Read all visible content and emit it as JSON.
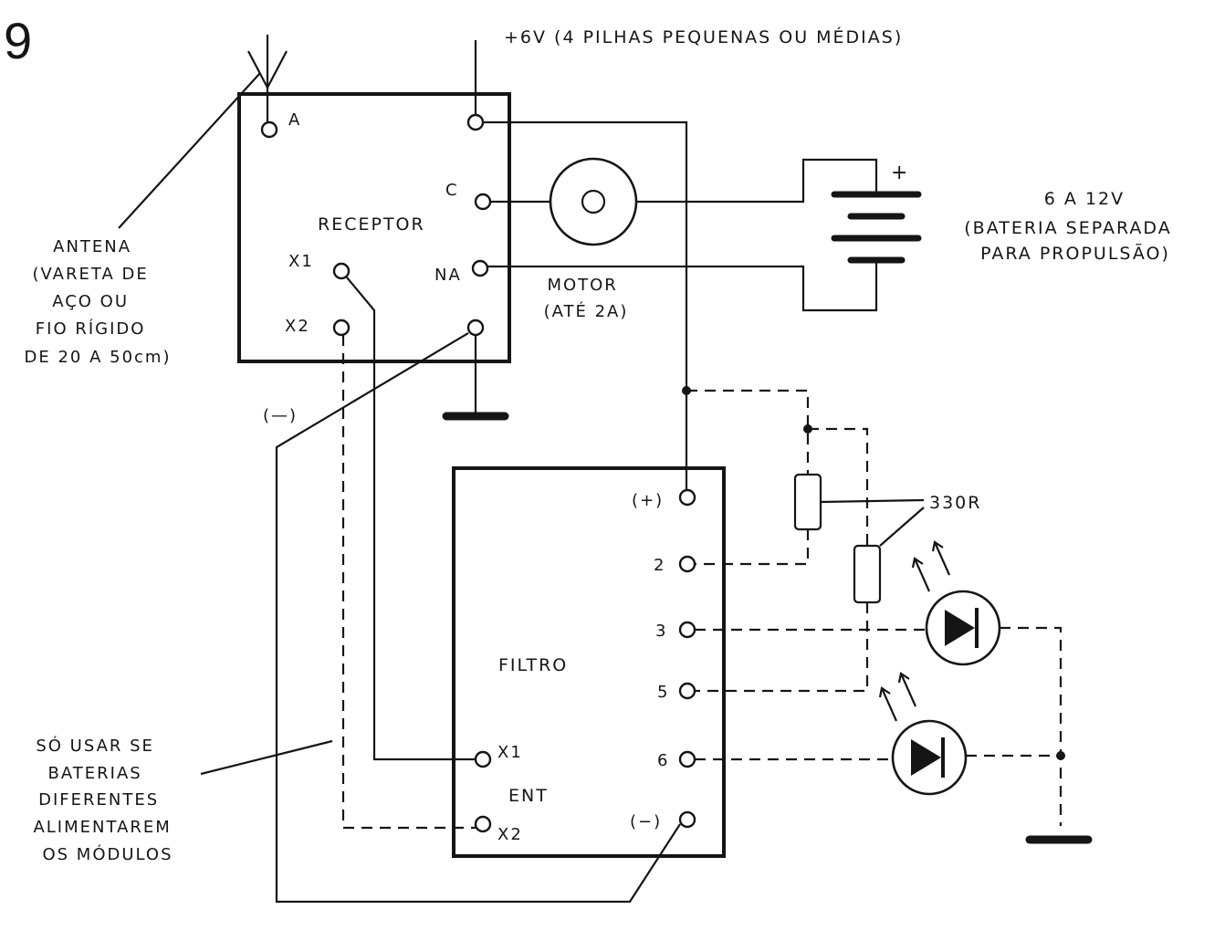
{
  "figure_number": "9",
  "supply_label": "+6V (4 PILHAS PEQUENAS OU MÉDIAS)",
  "antenna": {
    "lines": [
      "ANTENA",
      "(VARETA DE",
      "AÇO OU",
      "FIO RÍGIDO",
      "DE 20 A 50cm)"
    ]
  },
  "receiver": {
    "title": "RECEPTOR",
    "terminals": {
      "a": "A",
      "c": "C",
      "na": "NA",
      "x1": "X1",
      "x2": "X2"
    }
  },
  "motor": {
    "lines": [
      "MOTOR",
      "(ATÉ 2A)"
    ]
  },
  "battery": {
    "plus": "+",
    "lines": [
      "6 A 12V",
      "(BATERIA SEPARADA",
      "PARA PROPULSÃO)"
    ]
  },
  "negative_label": "(—)",
  "resistor_label": "330R",
  "filter": {
    "title": "FILTRO",
    "input_label": "ENT",
    "terminals": {
      "plus": "(+)",
      "t2": "2",
      "t3": "3",
      "t5": "5",
      "t6": "6",
      "minus": "(−)",
      "x1": "X1",
      "x2": "X2"
    }
  },
  "note": {
    "lines": [
      "SÓ USAR SE",
      "BATERIAS",
      "DIFERENTES",
      "ALIMENTAREM",
      "OS MÓDULOS"
    ]
  }
}
